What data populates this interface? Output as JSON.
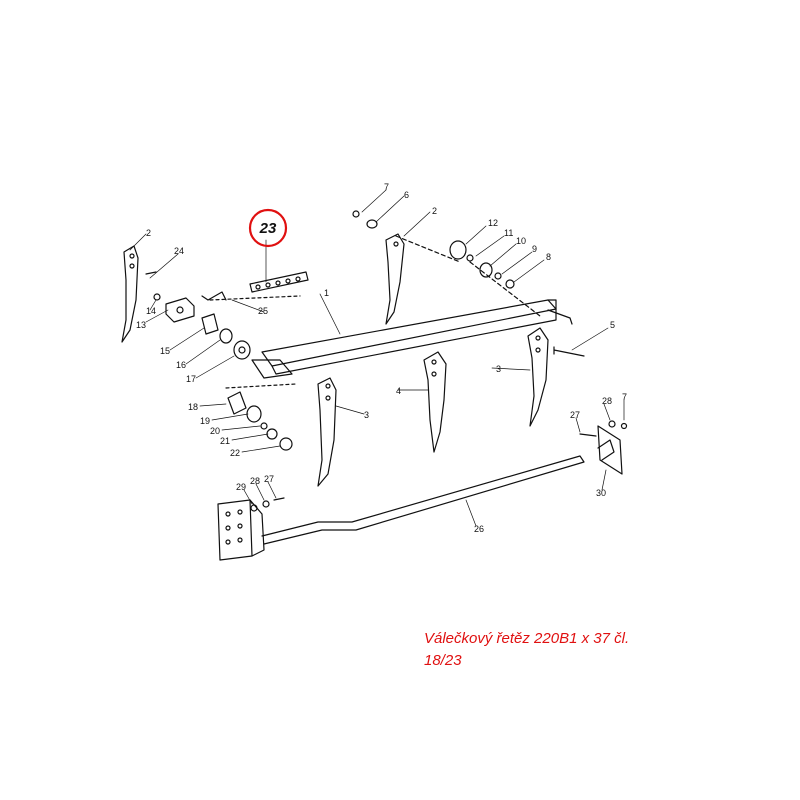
{
  "callout": {
    "label": "23",
    "color": "#e01010"
  },
  "caption": {
    "line1": "Válečkový řetěz 220B1 x 37 čl.",
    "line2": "18/23",
    "color": "#e01010"
  },
  "part_labels": [
    "1",
    "2",
    "3",
    "4",
    "5",
    "6",
    "7",
    "8",
    "9",
    "10",
    "11",
    "12",
    "13",
    "14",
    "15",
    "16",
    "17",
    "18",
    "19",
    "20",
    "21",
    "22",
    "24",
    "25",
    "26",
    "27",
    "28",
    "29",
    "30"
  ]
}
